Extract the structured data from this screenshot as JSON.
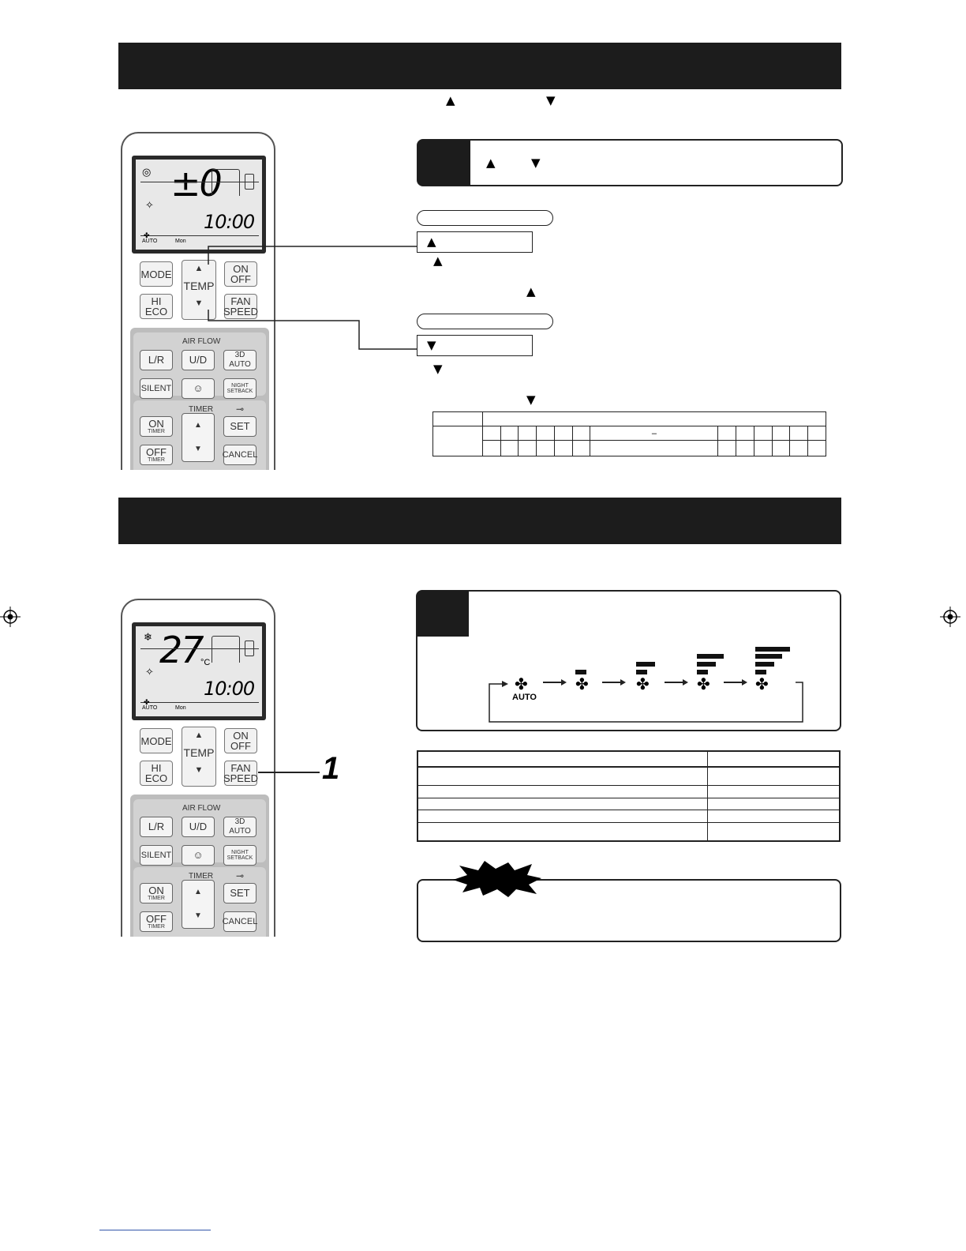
{
  "header_arrows": {
    "up": "▲",
    "down": "▼"
  },
  "section1": {
    "step_arrows": {
      "up": "▲",
      "down": "▼"
    },
    "up_button_label": "▲",
    "down_button_label": "▼",
    "up_note_arrow_1": "▲",
    "up_note_arrow_2": "▲",
    "down_note_arrow_1": "▼",
    "down_note_arrow_2": "▼",
    "table_mark": "–"
  },
  "remote1": {
    "lcd_big": "±0",
    "lcd_time": "10:00",
    "lcd_auto": "AUTO",
    "lcd_mon": "Mon"
  },
  "remote2": {
    "lcd_big": "27",
    "lcd_unit": "°C",
    "lcd_time": "10:00",
    "lcd_auto": "AUTO",
    "lcd_mon": "Mon"
  },
  "remote_buttons": {
    "mode": "MODE",
    "temp": "TEMP",
    "on": "ON",
    "off": "OFF",
    "hi": "HI",
    "eco": "ECO",
    "fan": "FAN",
    "speed": "SPEED",
    "air_flow": "AIR FLOW",
    "lr": "L/R",
    "ud": "U/D",
    "auto3d": "3D AUTO",
    "silent": "SILENT",
    "night": "NIGHT",
    "setback": "SETBACK",
    "timer": "TIMER",
    "on_timer": "ON",
    "off_timer": "OFF",
    "timer_small": "TIMER",
    "set": "SET",
    "cancel": "CANCEL",
    "up": "▲",
    "down": "▼"
  },
  "section2": {
    "callout_number": "1",
    "fan_auto_label": "AUTO"
  },
  "icons": {
    "fan": "fan-icon",
    "up": "up-arrow-icon",
    "down": "down-arrow-icon",
    "burst": "starburst-icon",
    "registration": "registration-mark-icon"
  }
}
